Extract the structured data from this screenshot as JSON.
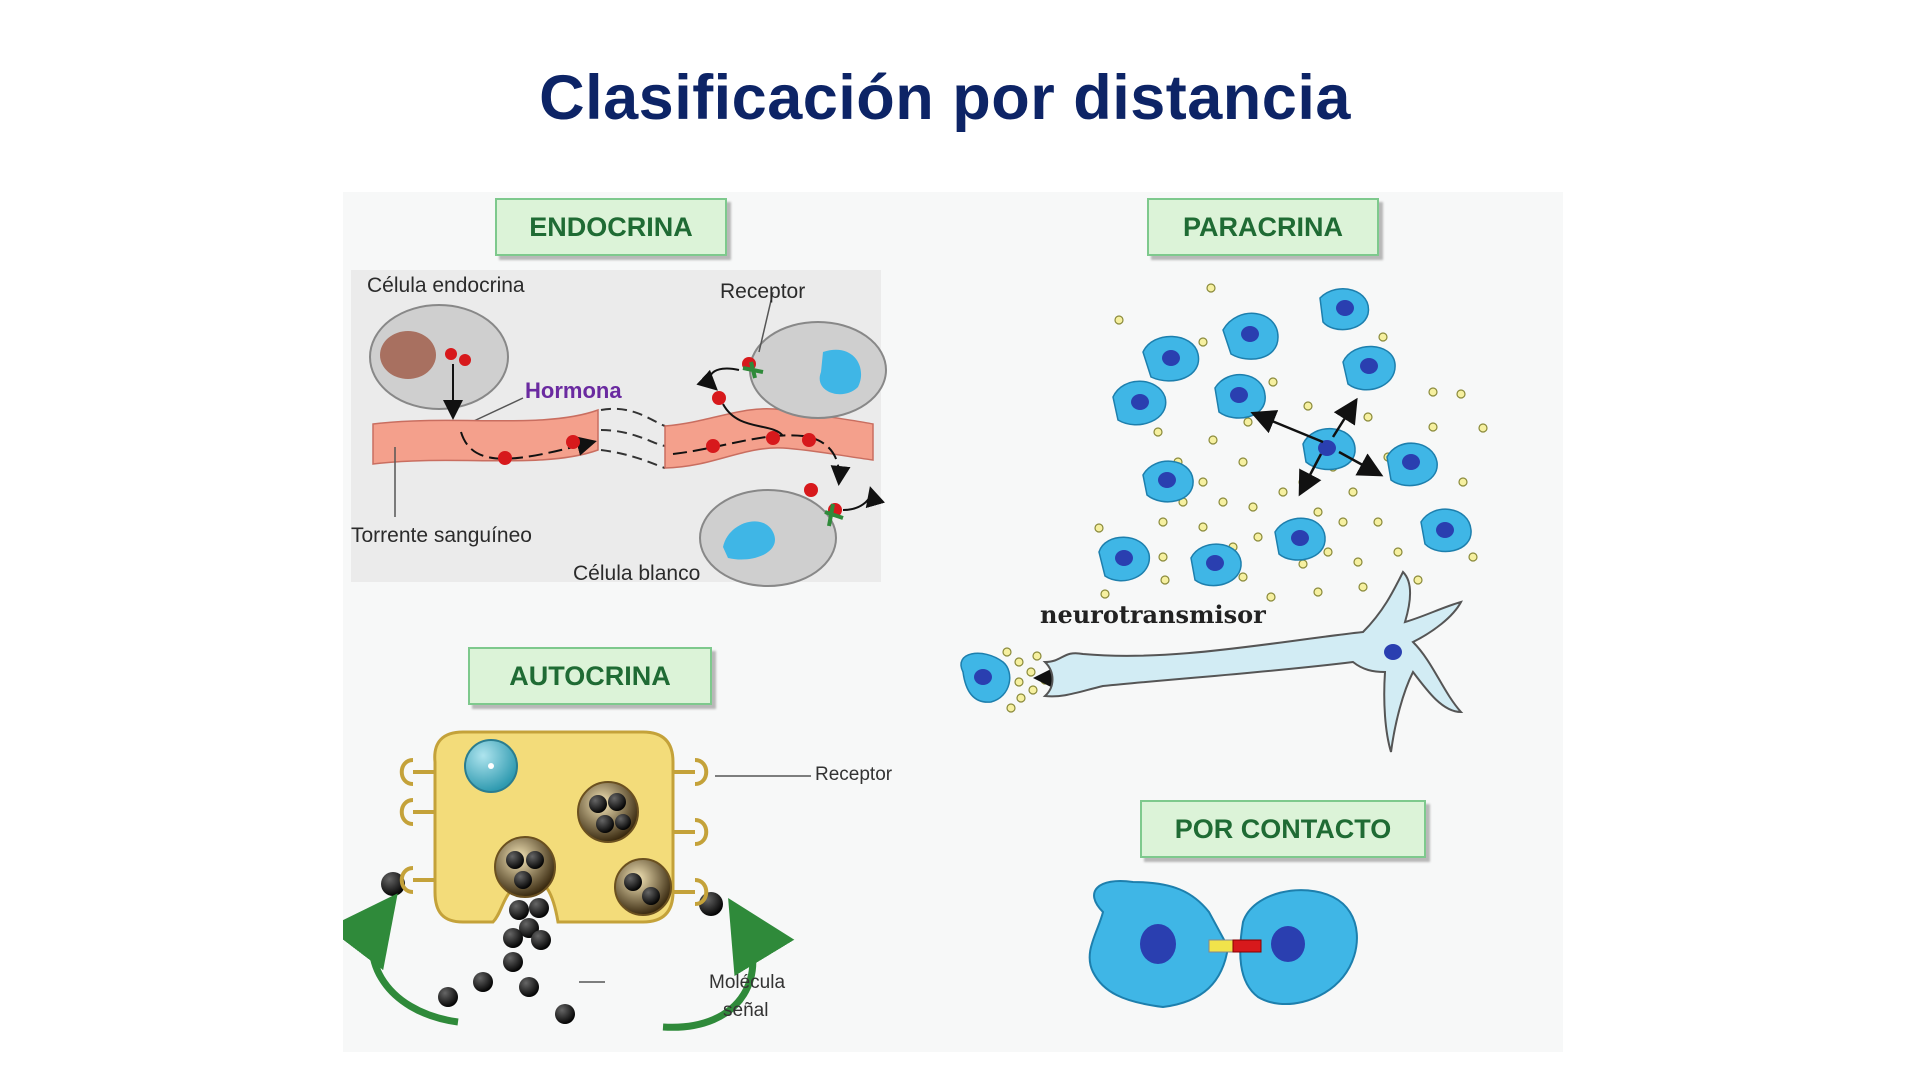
{
  "title": "Clasificación por distancia",
  "panels": {
    "endocrina": {
      "heading": "ENDOCRINA",
      "cell_label": "Célula endocrina",
      "receptor_label": "Receptor",
      "hormone_label": "Hormona",
      "bloodstream_label": "Torrente sanguíneo",
      "target_label": "Célula blanco"
    },
    "paracrina": {
      "heading": "PARACRINA",
      "neurotransmitter_label": "neurotransmisor"
    },
    "autocrina": {
      "heading": "AUTOCRINA",
      "receptor_label": "Receptor",
      "signal_label_line1": "Molécula",
      "signal_label_line2": "señal"
    },
    "contacto": {
      "heading": "POR CONTACTO"
    }
  },
  "colors": {
    "title": "#0d2466",
    "tag_fill": "#dcf3d8",
    "tag_text": "#1f6b34",
    "cell_blue": "#3fb6e6",
    "nucleus": "#2a3fb0",
    "vessel": "#f4a08c",
    "hormone": "#d7191c",
    "membrane_yellow": "#f3dc7a",
    "arrow_green": "#2f8a3a"
  }
}
